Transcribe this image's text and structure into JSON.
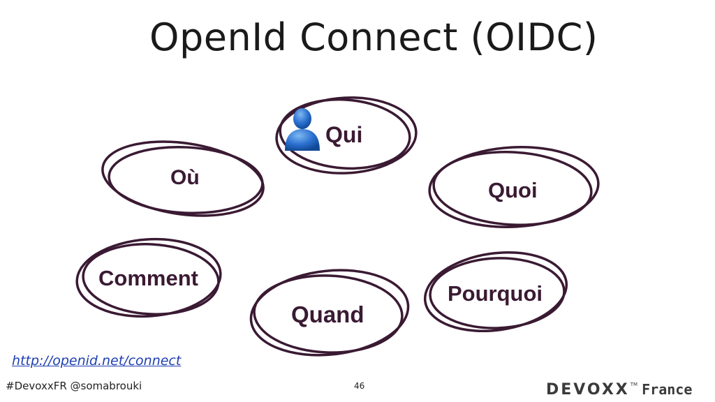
{
  "slide": {
    "title": "OpenId Connect (OIDC)",
    "link": "http://openid.net/connect",
    "hashtag": "#DevoxxFR @somabrouki",
    "page_number": "46"
  },
  "bubbles": [
    {
      "label": "Qui",
      "icon": "user-icon"
    },
    {
      "label": "Où"
    },
    {
      "label": "Quoi"
    },
    {
      "label": "Comment"
    },
    {
      "label": "Quand"
    },
    {
      "label": "Pourquoi"
    }
  ],
  "logo": {
    "main": "DEVOXX",
    "tm": "TM",
    "sub": "France"
  },
  "colors": {
    "ink": "#3a1a33",
    "link": "#1f3fb0",
    "icon": "#2a6fcf"
  }
}
